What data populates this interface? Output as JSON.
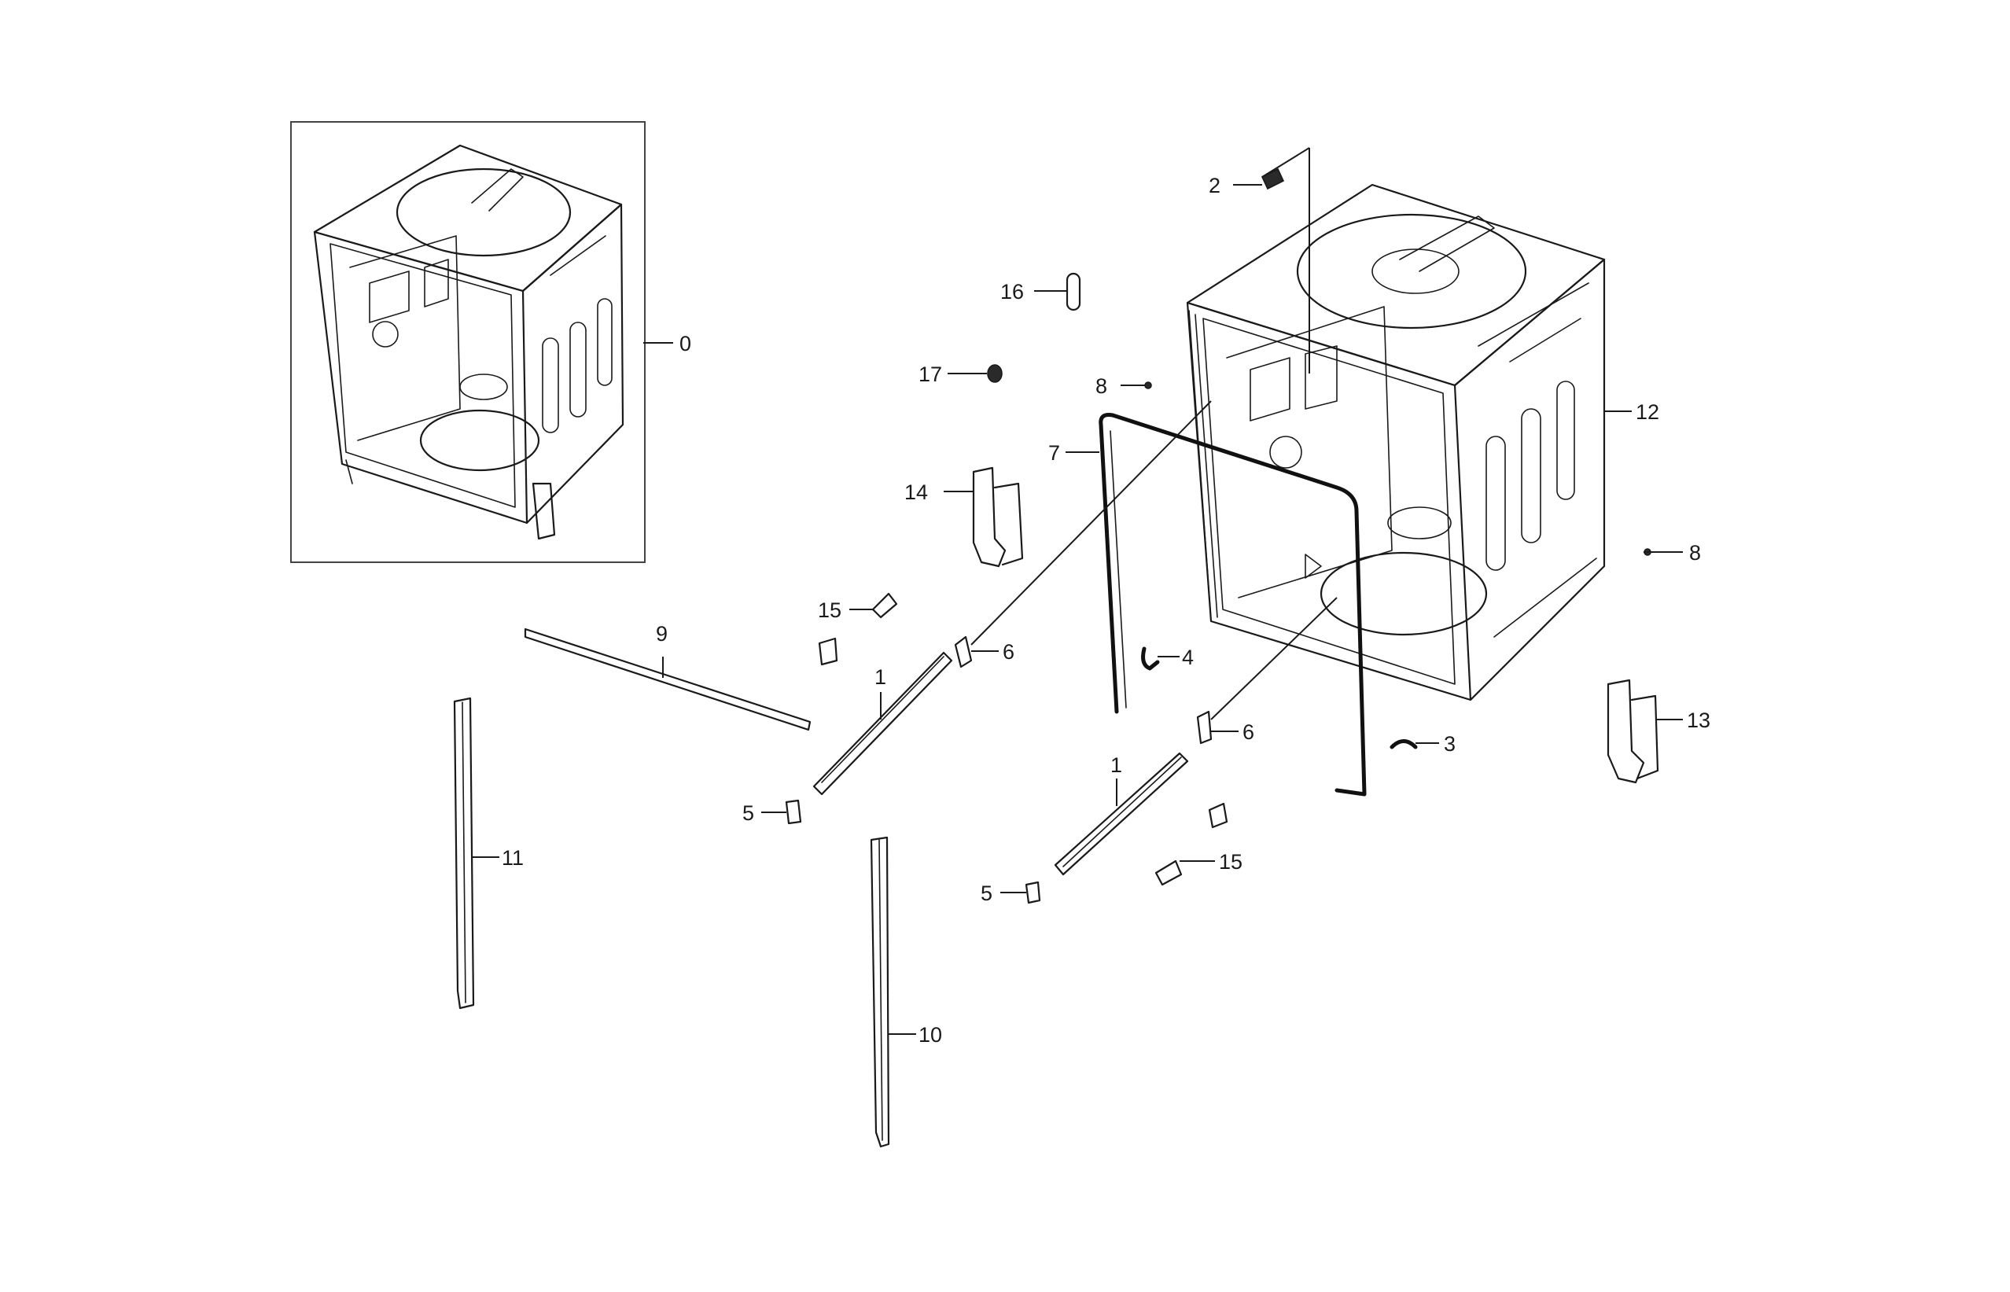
{
  "callouts": {
    "c0": "0",
    "c1a": "1",
    "c1b": "1",
    "c2": "2",
    "c3": "3",
    "c4": "4",
    "c5a": "5",
    "c5b": "5",
    "c6a": "6",
    "c6b": "6",
    "c7": "7",
    "c8a": "8",
    "c8b": "8",
    "c9": "9",
    "c10": "10",
    "c11": "11",
    "c12": "12",
    "c13": "13",
    "c14": "14",
    "c15a": "15",
    "c15b": "15",
    "c16": "16",
    "c17": "17"
  }
}
